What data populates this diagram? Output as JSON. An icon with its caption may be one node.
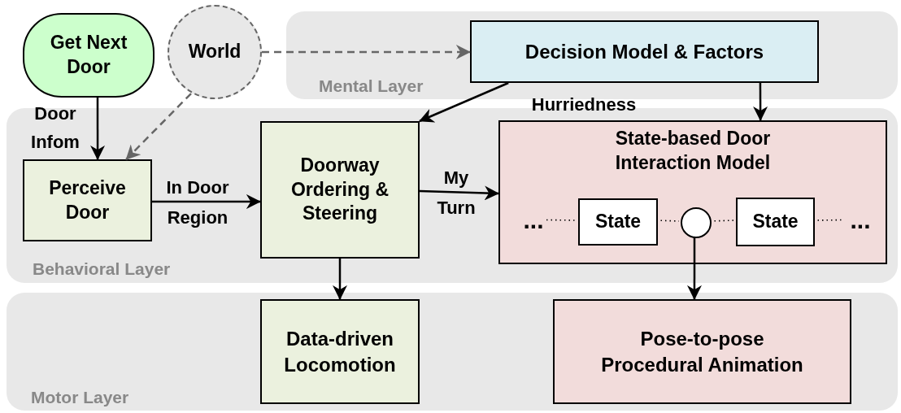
{
  "diagram": {
    "nodes": [
      {
        "text": [
          "Get Next Door"
        ]
      },
      {
        "text": [
          "World"
        ]
      },
      {
        "text": [
          "Mental Layer"
        ]
      },
      {
        "text": [
          "Decision Model & Factors"
        ],
        "in": 2
      },
      {
        "text": [
          "Behavioral Layer"
        ]
      },
      {
        "text": [
          "Perceive Door"
        ],
        "in": 4
      },
      {
        "text": [
          "Doorway Ordering & Steering"
        ],
        "in": 4
      },
      {
        "text": [
          "State-based Door Interaction Model"
        ],
        "in": 4
      },
      {
        "text": [
          "State"
        ],
        "in": 7
      },
      {
        "text": [],
        "shape": "circle",
        "in": 7
      },
      {
        "text": [
          "State"
        ],
        "in": 7
      },
      {
        "text": [
          "Motor Layer"
        ]
      },
      {
        "text": [
          "Data-driven Locomotion"
        ],
        "in": 11
      },
      {
        "text": [
          "Pose-to-pose Procedural Animation"
        ],
        "in": 11
      },
      {
        "text": [
          "..."
        ],
        "in": 7
      },
      {
        "text": [
          "..."
        ],
        "in": 7
      }
    ],
    "edges": [
      {
        "from": 0,
        "to": 5,
        "arrow": "to",
        "label": "Door Infom"
      },
      {
        "from": 1,
        "to": 5,
        "arrow": "to",
        "style": "dashed",
        "color": "#666666"
      },
      {
        "from": 1,
        "to": 3,
        "arrow": "to",
        "style": "dashed",
        "color": "#666666"
      },
      {
        "from": 5,
        "to": 6,
        "arrow": "to",
        "label": "In Door Region"
      },
      {
        "from": 3,
        "to": 6,
        "arrow": "to",
        "label": "Hurriedness"
      },
      {
        "from": 3,
        "to": 7,
        "arrow": "to"
      },
      {
        "from": 6,
        "to": 7,
        "arrow": "to",
        "label": "My Turn"
      },
      {
        "from": 6,
        "to": 12,
        "arrow": "to"
      },
      {
        "from": 9,
        "to": 13,
        "arrow": "to"
      },
      {
        "from": 8,
        "to": 9,
        "arrow": "none",
        "style": "dashed"
      },
      {
        "from": 9,
        "to": 10,
        "arrow": "none",
        "style": "dashed"
      },
      {
        "from": 14,
        "to": 8,
        "arrow": "none",
        "style": "dashed"
      },
      {
        "from": 10,
        "to": 15,
        "arrow": "none",
        "style": "dashed"
      }
    ]
  }
}
